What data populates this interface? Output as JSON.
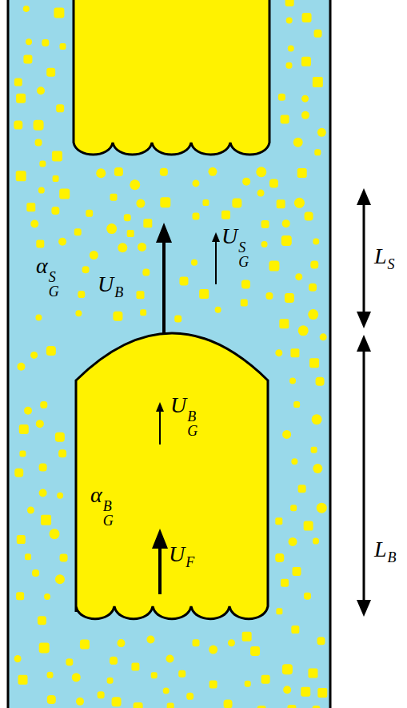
{
  "diagram": {
    "nodes": [
      {
        "text": [
          "UGB",
          "αGB",
          "UF"
        ]
      }
    ],
    "labels": [
      "UGS",
      "LS",
      "αGS",
      "UB",
      "LB"
    ]
  }
}
